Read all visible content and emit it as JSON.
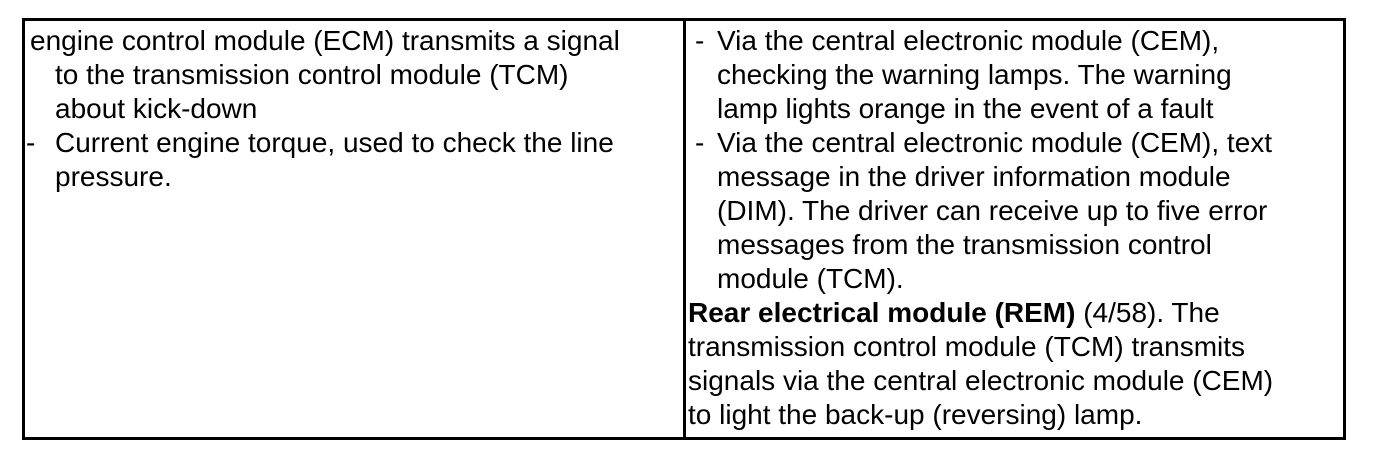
{
  "colors": {
    "border": "#000000",
    "text": "#000000",
    "background": "#ffffff"
  },
  "table": {
    "left_cell": {
      "lines": [
        {
          "text": "engine control module (ECM) transmits a signal"
        },
        {
          "text": "to the transmission control module (TCM)"
        },
        {
          "text": "about kick-down"
        },
        {
          "bullet": "-",
          "text": "Current engine torque, used to check the line"
        },
        {
          "text": "pressure."
        }
      ]
    },
    "right_cell": {
      "lines": [
        {
          "bullet": "-",
          "text": "Via the central electronic module (CEM),"
        },
        {
          "text": "checking the warning lamps. The warning"
        },
        {
          "text": "lamp lights orange in the event of a fault"
        },
        {
          "bullet": "-",
          "text": "Via the central electronic module (CEM), text"
        },
        {
          "text": "message in the driver information module"
        },
        {
          "text": "(DIM). The driver can receive up to five error"
        },
        {
          "text": "messages from the transmission control"
        },
        {
          "text": "module (TCM)."
        },
        {
          "bold": "Rear electrical module (REM)",
          "text": " (4/58). The"
        },
        {
          "text": "transmission control module (TCM) transmits"
        },
        {
          "text": "signals via the central electronic module (CEM)"
        },
        {
          "text": "to light the back-up (reversing) lamp."
        }
      ]
    }
  }
}
